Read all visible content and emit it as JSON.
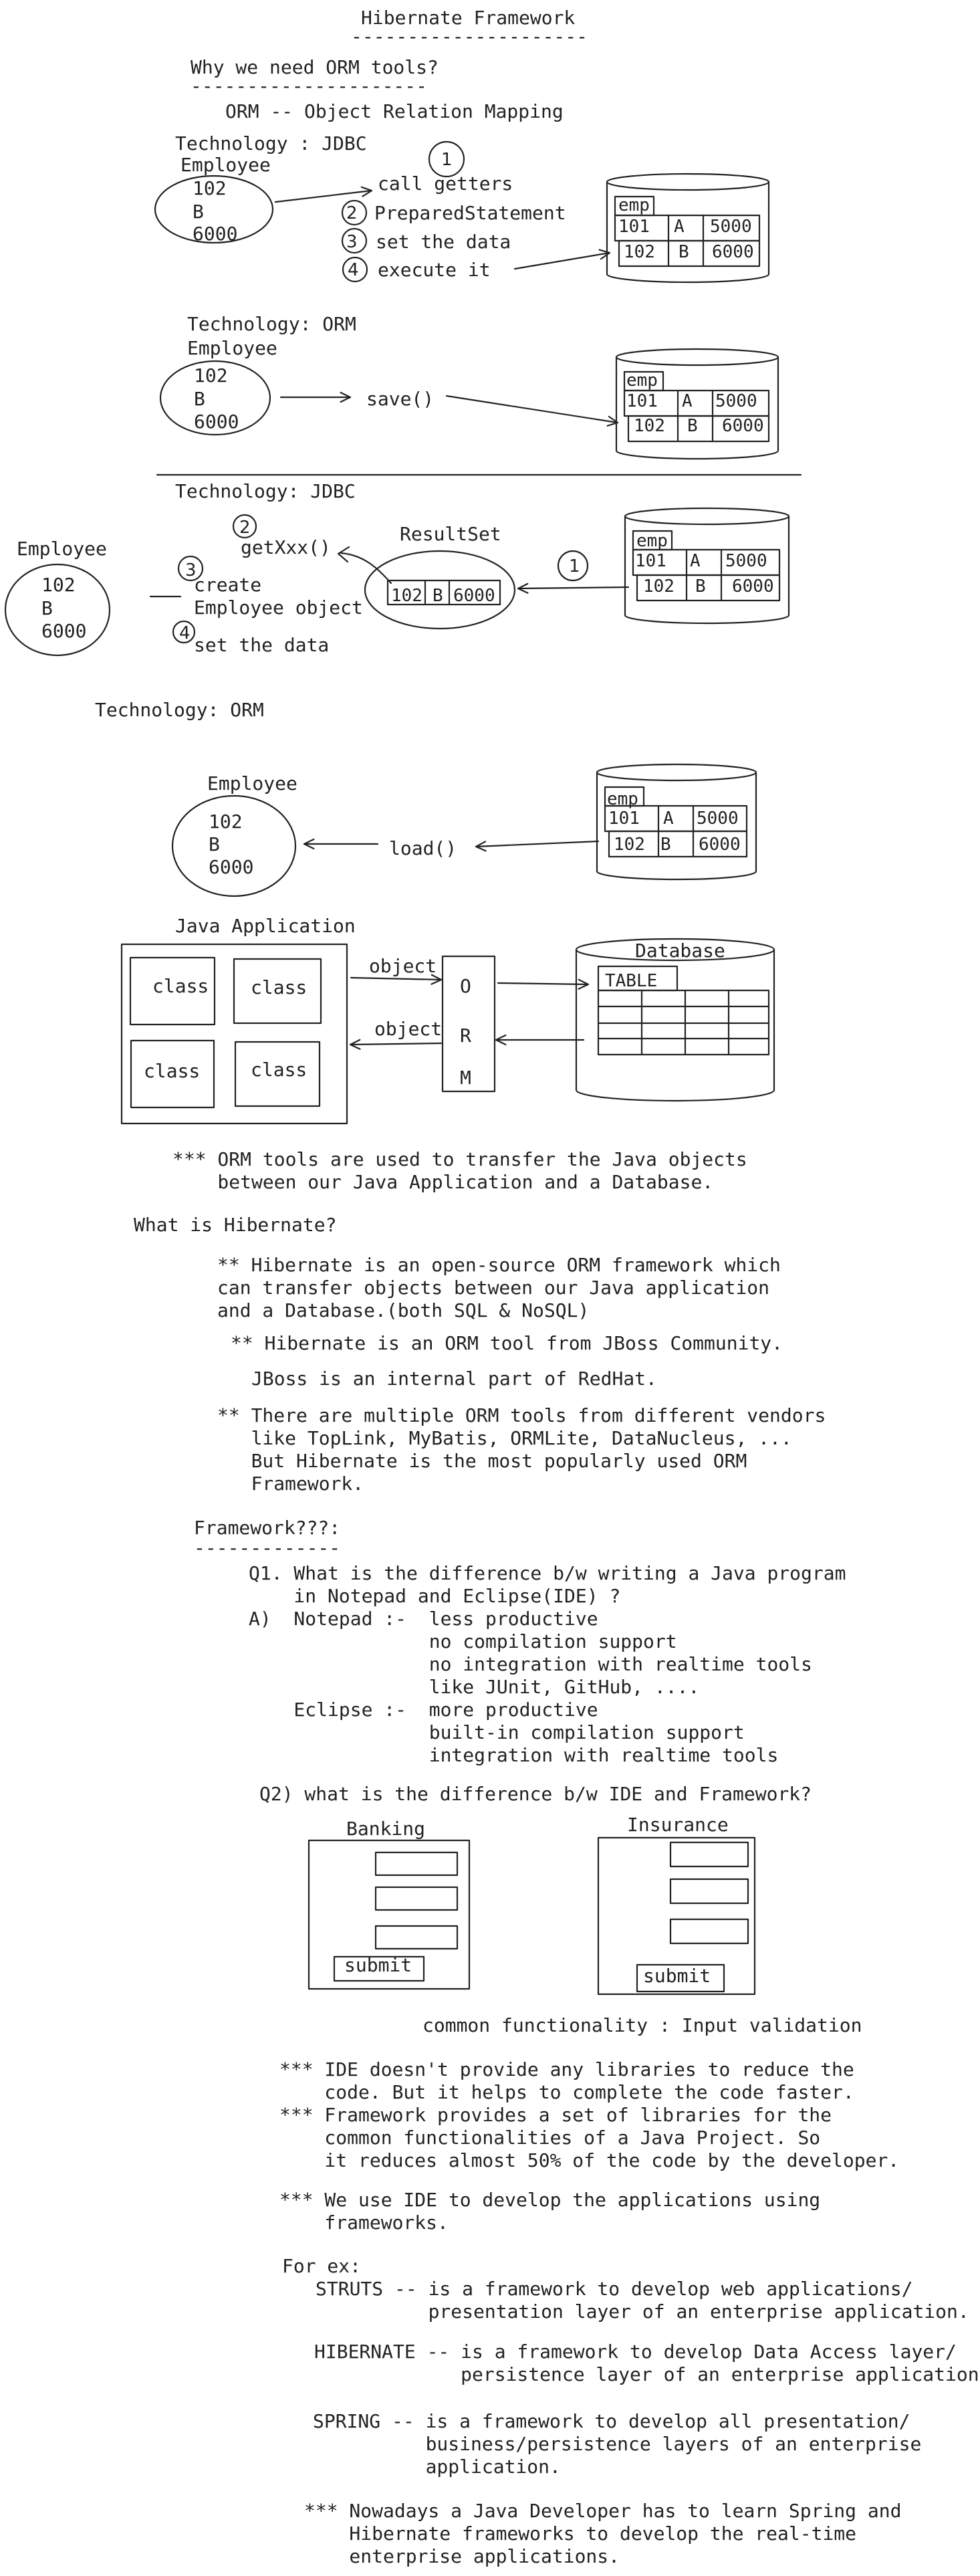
{
  "title": "Hibernate Framework",
  "title_rule": "---------------------",
  "why": {
    "heading": "Why we need ORM tools?",
    "rule": "---------------------",
    "subtitle": "ORM -- Object Relation Mapping"
  },
  "employee": {
    "label": "Employee",
    "values": [
      "102",
      "B",
      "6000"
    ]
  },
  "emp_table": {
    "name": "emp",
    "rows": [
      [
        "101",
        "A",
        "5000"
      ],
      [
        "102",
        "B",
        "6000"
      ]
    ]
  },
  "section1": {
    "tech": "Technology : JDBC",
    "steps": [
      {
        "num": "1",
        "text": "call getters"
      },
      {
        "num": "2",
        "text": "PreparedStatement"
      },
      {
        "num": "3",
        "text": "set the data"
      },
      {
        "num": "4",
        "text": "execute it"
      }
    ]
  },
  "section2": {
    "tech": "Technology: ORM",
    "action": "save()"
  },
  "section3": {
    "tech": "Technology: JDBC",
    "resultset_label": "ResultSet",
    "steps": [
      {
        "num": "1",
        "text": ""
      },
      {
        "num": "2",
        "text": "getXxx()"
      },
      {
        "num": "3",
        "text": "create\nEmployee object"
      },
      {
        "num": "4",
        "text": "set the data"
      }
    ]
  },
  "section4": {
    "tech": "Technology: ORM",
    "action": "load()"
  },
  "arch": {
    "app_label": "Java Application",
    "class_label": "class",
    "orm_letters": [
      "O",
      "R",
      "M"
    ],
    "db_label": "Database",
    "table_label": "TABLE",
    "object_label": "object"
  },
  "notes": {
    "orm_purpose": "*** ORM tools are used to transfer the Java objects\n    between our Java Application and a Database.",
    "what_is": "What is Hibernate?",
    "h1": "** Hibernate is an open-source ORM framework which\ncan transfer objects between our Java application\nand a Database.(both SQL & NoSQL)",
    "h2": "** Hibernate is an ORM tool from JBoss Community.",
    "h3": "JBoss is an internal part of RedHat.",
    "h4": "** There are multiple ORM tools from different vendors\n   like TopLink, MyBatis, ORMLite, DataNucleus, ...\n   But Hibernate is the most popularly used ORM\n   Framework.",
    "framework": "Framework???:",
    "framework_rule": "-------------",
    "q1": "Q1. What is the difference b/w writing a Java program\n    in Notepad and Eclipse(IDE) ?",
    "a1": "A)  Notepad :-  less productive\n                no compilation support\n                no integration with realtime tools\n                like JUnit, GitHub, ....\n    Eclipse :-  more productive\n                built-in compilation support\n                integration with realtime tools",
    "q2": "Q2) what is the difference b/w IDE and Framework?",
    "banking": "Banking",
    "insurance": "Insurance",
    "submit": "submit",
    "common": "common functionality : Input validation",
    "n1": "*** IDE doesn't provide any libraries to reduce the\n    code. But it helps to complete the code faster.",
    "n2": "*** Framework provides a set of libraries for the\n    common functionalities of a Java Project. So\n    it reduces almost 50% of the code by the developer.",
    "n3": "*** We use IDE to develop the applications using\n    frameworks.",
    "forex": "For ex:",
    "struts": "STRUTS -- is a framework to develop web applications/\n          presentation layer of an enterprise application.",
    "hibernate": "HIBERNATE -- is a framework to develop Data Access layer/\n             persistence layer of an enterprise application.",
    "spring": "SPRING -- is a framework to develop all presentation/\n          business/persistence layers of an enterprise\n          application.",
    "final": "*** Nowadays a Java Developer has to learn Spring and\n    Hibernate frameworks to develop the real-time\n    enterprise applications."
  }
}
